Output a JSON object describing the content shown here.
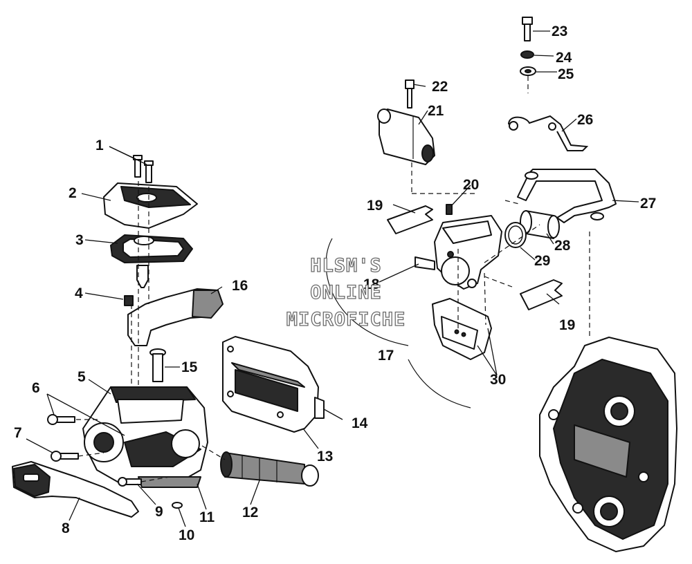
{
  "watermark": {
    "line1": "HLSM'S",
    "line2": "ONLINE",
    "line3": "MICROFICHE"
  },
  "callouts": {
    "c1": "1",
    "c2": "2",
    "c3": "3",
    "c4": "4",
    "c5": "5",
    "c6": "6",
    "c7": "7",
    "c8": "8",
    "c9": "9",
    "c10": "10",
    "c11": "11",
    "c12": "12",
    "c13": "13",
    "c14": "14",
    "c15": "15",
    "c16": "16",
    "c17": "17",
    "c18": "18",
    "c19a": "19",
    "c19b": "19",
    "c20": "20",
    "c21": "21",
    "c22": "22",
    "c23": "23",
    "c24": "24",
    "c25": "25",
    "c26": "26",
    "c27": "27",
    "c28": "28",
    "c29": "29",
    "c30": "30"
  }
}
